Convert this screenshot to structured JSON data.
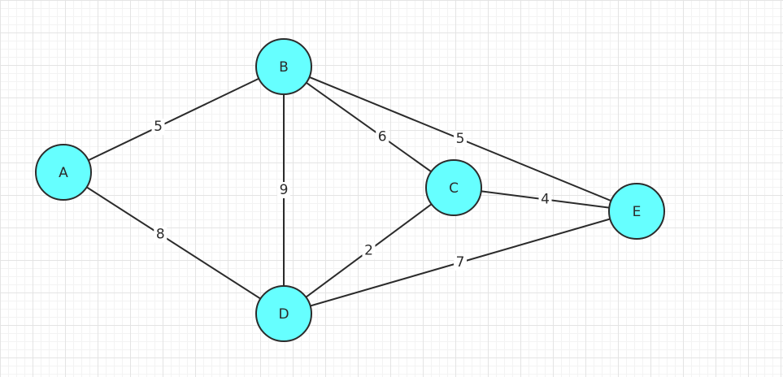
{
  "diagram": {
    "type": "weighted-undirected-graph",
    "colors": {
      "node_fill": "#66ffff",
      "stroke": "#2b2b2b",
      "grid": "#e4e4e4"
    },
    "nodes": [
      {
        "id": "A",
        "label": "A"
      },
      {
        "id": "B",
        "label": "B"
      },
      {
        "id": "C",
        "label": "C"
      },
      {
        "id": "D",
        "label": "D"
      },
      {
        "id": "E",
        "label": "E"
      }
    ],
    "edges": [
      {
        "from": "A",
        "to": "B",
        "weight": "5"
      },
      {
        "from": "A",
        "to": "D",
        "weight": "8"
      },
      {
        "from": "B",
        "to": "D",
        "weight": "9"
      },
      {
        "from": "B",
        "to": "C",
        "weight": "6"
      },
      {
        "from": "B",
        "to": "E",
        "weight": "5"
      },
      {
        "from": "C",
        "to": "E",
        "weight": "4"
      },
      {
        "from": "C",
        "to": "D",
        "weight": "2"
      },
      {
        "from": "D",
        "to": "E",
        "weight": "7"
      }
    ]
  }
}
